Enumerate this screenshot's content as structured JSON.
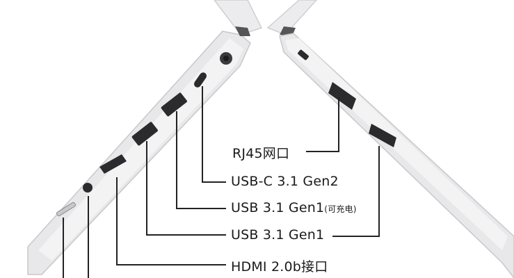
{
  "labels": {
    "rj45": "RJ45网口",
    "usbc": "USB-C 3.1 Gen2",
    "usb_charge_main": "USB 3.1 Gen1",
    "usb_charge_note": "(可充电)",
    "usb_gen1": "USB 3.1 Gen1",
    "hdmi": "HDMI 2.0b接口"
  },
  "colors": {
    "chassis": "#e9e9eb",
    "chassis_edge": "#c9c9cc",
    "port": "#2b2b2e",
    "leader_line": "#222222",
    "text": "#1a1a1a"
  },
  "icons": [
    "power-jack-icon",
    "usb-c-port-icon",
    "usb-a-port-icon",
    "hdmi-port-icon",
    "audio-jack-icon",
    "sd-card-slot-icon",
    "lock-slot-icon",
    "rj45-port-icon"
  ]
}
